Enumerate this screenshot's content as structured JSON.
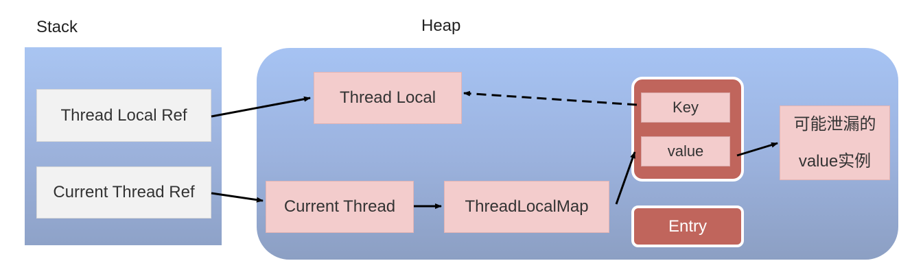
{
  "labels": {
    "stack": "Stack",
    "heap": "Heap"
  },
  "stack": {
    "thread_local_ref": "Thread Local Ref",
    "current_thread_ref": "Current Thread Ref"
  },
  "heap": {
    "thread_local": "Thread Local",
    "current_thread": "Current Thread",
    "thread_local_map": "ThreadLocalMap",
    "entry": {
      "key": "Key",
      "value": "value",
      "label": "Entry"
    },
    "leak": {
      "line1": "可能泄漏的",
      "line2": "value实例"
    }
  },
  "colors": {
    "panel_blue": "#a6c3f3",
    "node_pink": "#f3cccc",
    "entry_red": "#c0655c",
    "stack_node": "#f2f2f2"
  }
}
